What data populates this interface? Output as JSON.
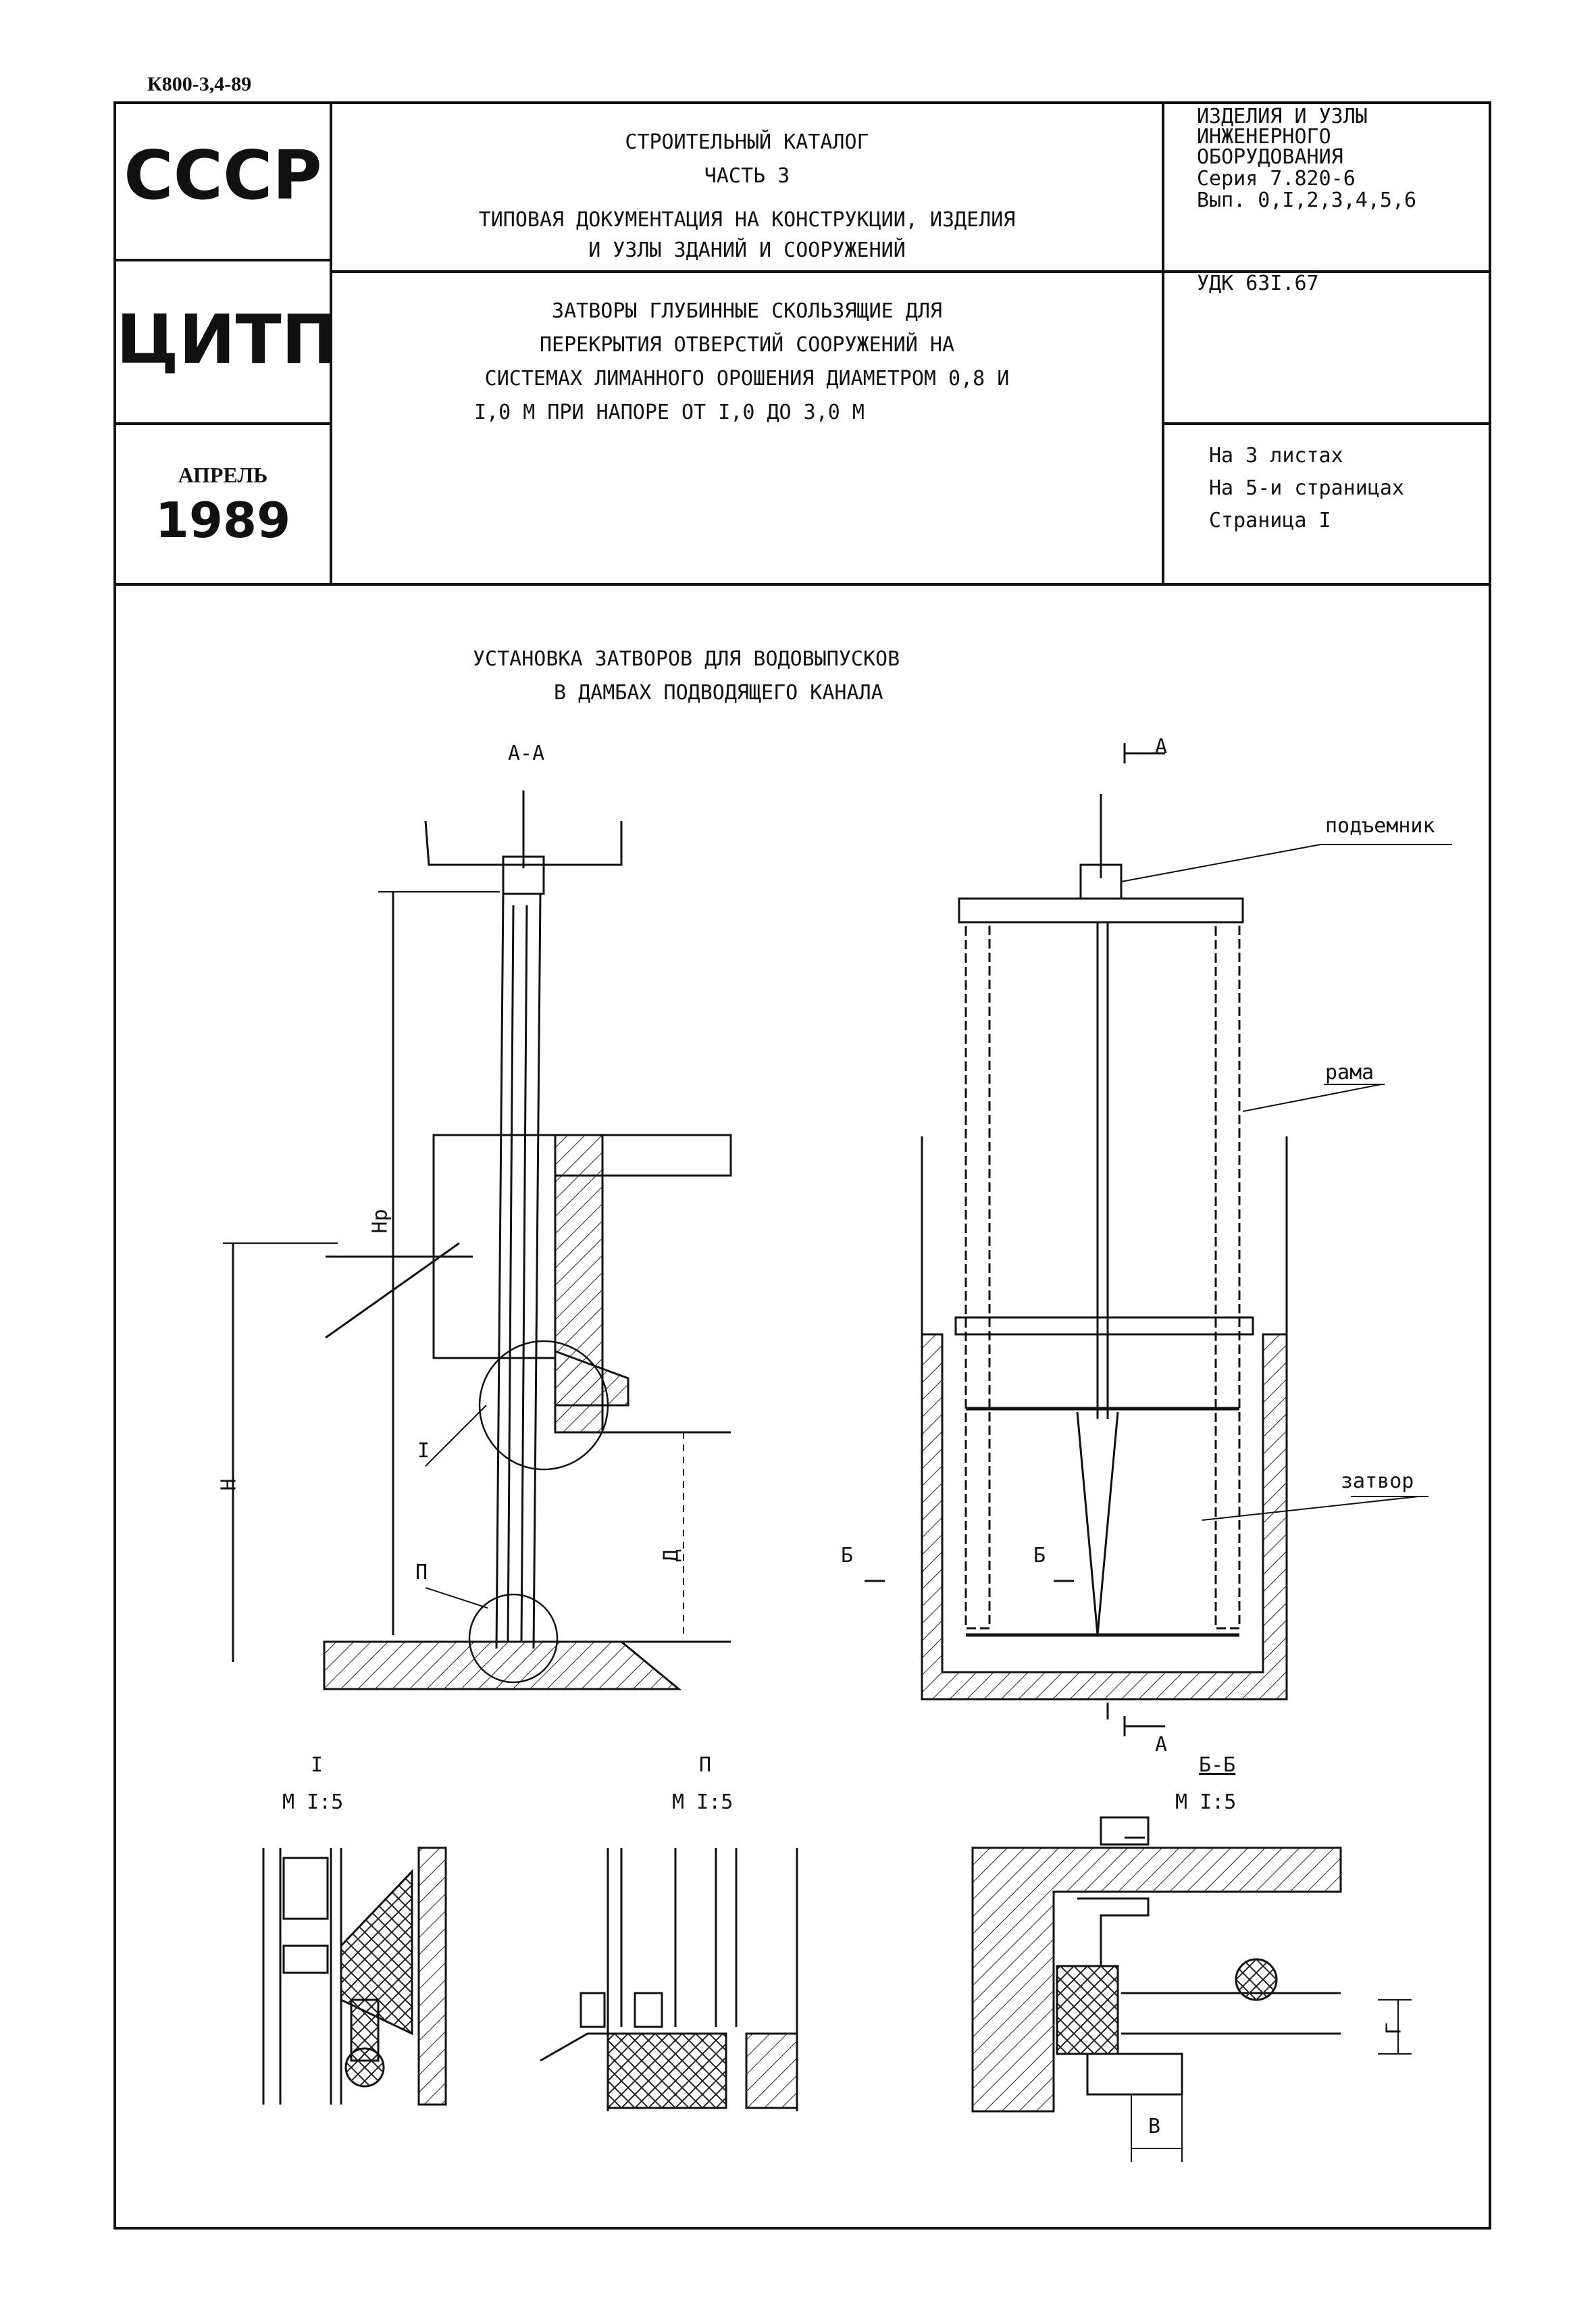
{
  "doc_code": "К800-3,4-89",
  "left_column": {
    "country": "СССР",
    "org": "ЦИТП",
    "month": "АПРЕЛЬ",
    "year": "1989"
  },
  "header": {
    "line1": "СТРОИТЕЛЬНЫЙ КАТАЛОГ",
    "line2": "ЧАСТЬ 3",
    "line3": "ТИПОВАЯ ДОКУМЕНТАЦИЯ НА КОНСТРУКЦИИ, ИЗДЕЛИЯ",
    "line4": "И УЗЛЫ ЗДАНИЙ И СООРУЖЕНИЙ"
  },
  "title": {
    "line1": "ЗАТВОРЫ ГЛУБИННЫЕ СКОЛЬЗЯЩИЕ ДЛЯ",
    "line2": "ПЕРЕКРЫТИЯ ОТВЕРСТИЙ СООРУЖЕНИЙ НА",
    "line3": "СИСТЕМАХ ЛИМАННОГО ОРОШЕНИЯ ДИАМЕТРОМ 0,8 И",
    "line4": "I,0 М ПРИ НАПОРЕ ОТ I,0 ДО 3,0 М"
  },
  "right_column": {
    "r1": "ИЗДЕЛИЯ И УЗЛЫ",
    "r2": "ИНЖЕНЕРНОГО",
    "r3": "ОБОРУДОВАНИЯ",
    "r4": "Серия 7.820-6",
    "r5": "Вып. 0,I,2,3,4,5,6",
    "udk": "УДК 63I.67",
    "sheets": "На 3 листах",
    "pages": "На 5-и страницах",
    "page": "Страница I"
  },
  "drawing": {
    "heading1": "УСТАНОВКА ЗАТВОРОВ ДЛЯ ВОДОВЫПУСКОВ",
    "heading2": "В ДАМБАХ ПОДВОДЯЩЕГО КАНАЛА",
    "section_aa": "А-А",
    "cut_a": "А",
    "lift": "подъемник",
    "frame": "рама",
    "gate": "затвор",
    "dim_hp": "Нр",
    "dim_h": "Н",
    "dim_d": "Д",
    "detail_1": "I",
    "detail_2": "П",
    "cut_b": "Б",
    "scale": "М I:5",
    "section_bb": "Б-Б",
    "dim_v": "В",
    "dim_g": "Г"
  }
}
